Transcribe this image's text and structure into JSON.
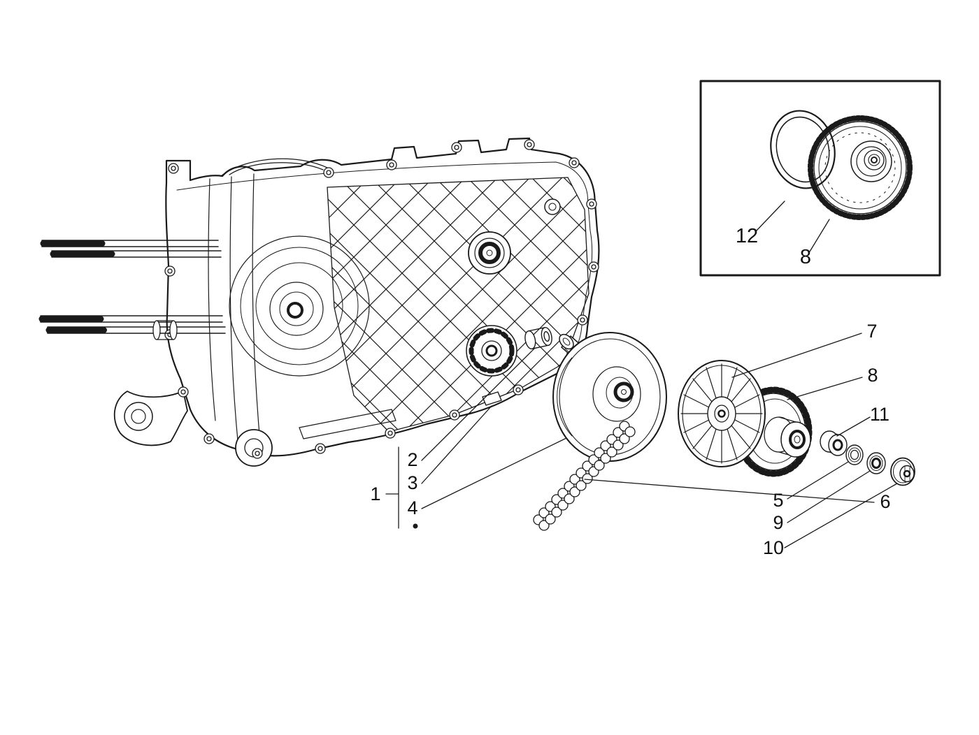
{
  "colors": {
    "line": "#1a1a1a",
    "background": "#ffffff",
    "text": "#111111"
  },
  "callouts": {
    "c1": "1",
    "c2": "2",
    "c3": "3",
    "c4": "4",
    "c5": "5",
    "c6": "6",
    "c7": "7",
    "c8": "8",
    "c9": "9",
    "c10": "10",
    "c11": "11"
  },
  "inset": {
    "label_12": "12",
    "label_8": "8"
  }
}
